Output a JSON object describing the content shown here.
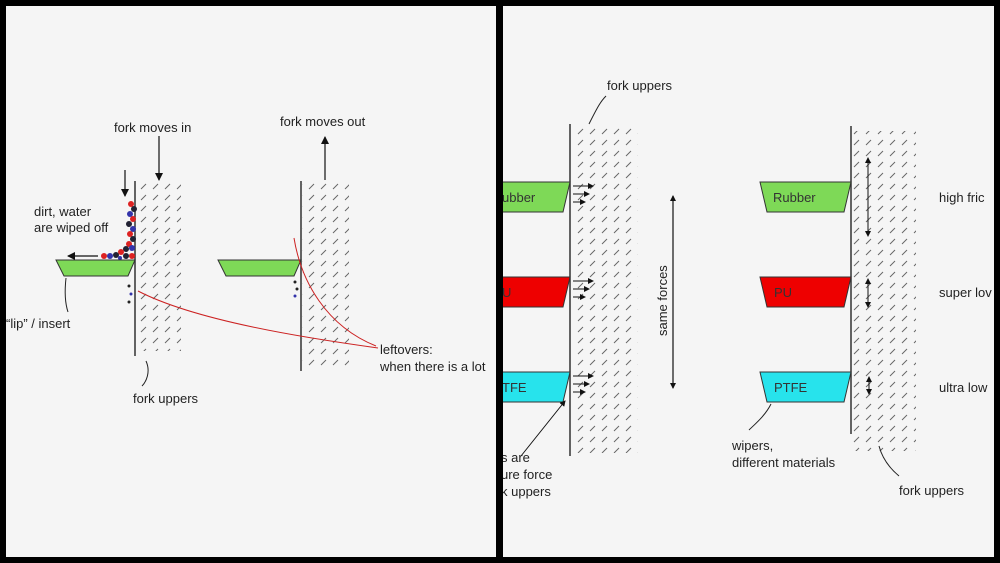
{
  "left_panel": {
    "labels": {
      "fork_moves_in": "fork moves in",
      "fork_moves_out": "fork moves out",
      "dirt_line1": "dirt, water",
      "dirt_line2": "are wiped off",
      "lip": "“lip” / insert",
      "leftovers_line1": "leftovers:",
      "leftovers_line2": "when there is a lot",
      "fork_uppers": "fork uppers"
    }
  },
  "right_panel": {
    "labels": {
      "fork_uppers_top": "fork uppers",
      "same_forces": "same forces",
      "caption_line1": "s are",
      "caption_line2": "ure force",
      "caption_line3": "k uppers",
      "wipers_line1": "wipers,",
      "wipers_line2": "different materials",
      "fork_uppers_bottom": "fork uppers"
    },
    "wipers_left": [
      "ubber",
      "U",
      "TFE"
    ],
    "wipers_right": [
      "Rubber",
      "PU",
      "PTFE"
    ],
    "friction_labels": [
      "high  fric",
      "super lov",
      "ultra low"
    ],
    "colors": {
      "rubber": "#7ed957",
      "pu": "#ee0000",
      "ptfe": "#27e3ec"
    }
  }
}
